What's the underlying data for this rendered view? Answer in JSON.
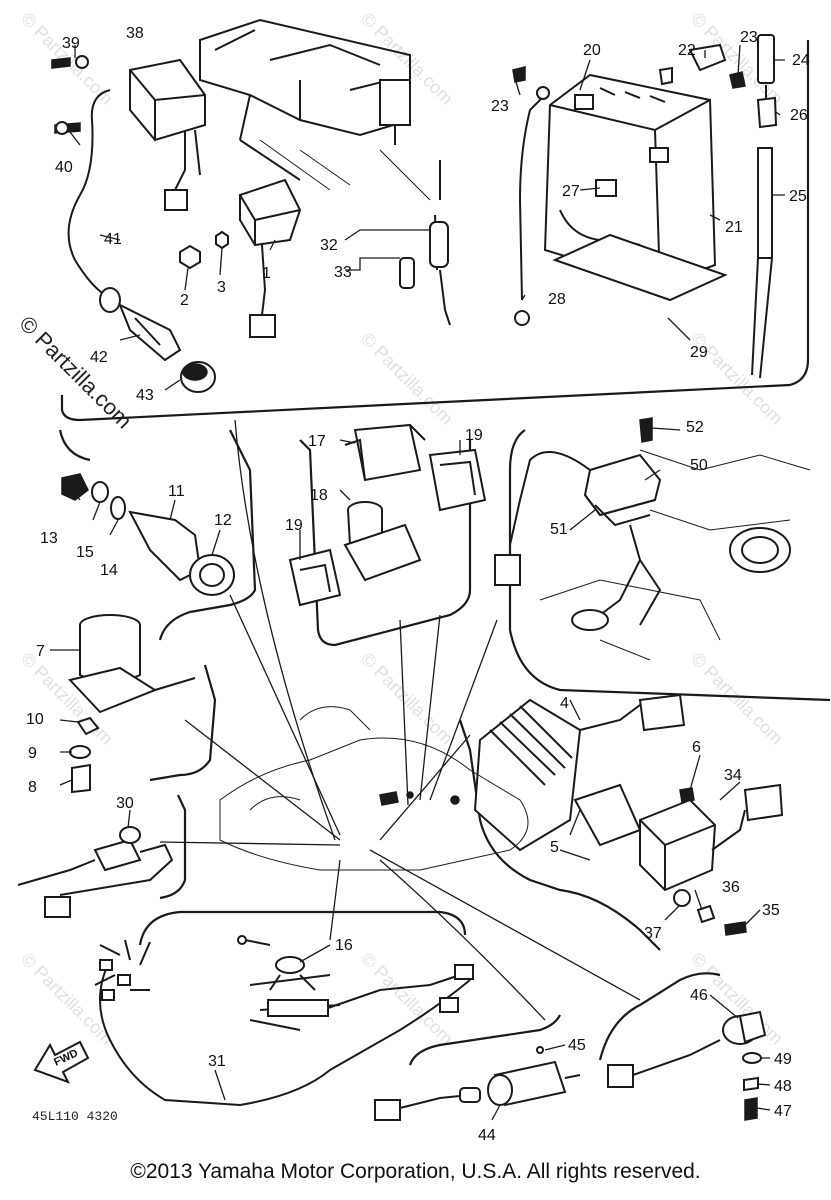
{
  "copyright": "©2013 Yamaha Motor Corporation, U.S.A. All rights reserved.",
  "watermark": "© Partzilla.com",
  "diagram_code": "45L110 4320",
  "fwd_label": "FWD",
  "callouts": {
    "n1": "1",
    "n2": "2",
    "n3": "3",
    "n4": "4",
    "n5": "5",
    "n6": "6",
    "n7": "7",
    "n8": "8",
    "n9": "9",
    "n10": "10",
    "n11": "11",
    "n12": "12",
    "n13": "13",
    "n14": "14",
    "n15": "15",
    "n16": "16",
    "n17": "17",
    "n18": "18",
    "n19a": "19",
    "n19b": "19",
    "n20": "20",
    "n21": "21",
    "n22": "22",
    "n23a": "23",
    "n23b": "23",
    "n24": "24",
    "n25": "25",
    "n26": "26",
    "n27": "27",
    "n28": "28",
    "n29": "29",
    "n30": "30",
    "n31": "31",
    "n32": "32",
    "n33": "33",
    "n34": "34",
    "n35": "35",
    "n36": "36",
    "n37": "37",
    "n38": "38",
    "n39": "39",
    "n40": "40",
    "n41": "41",
    "n42": "42",
    "n43": "43",
    "n44": "44",
    "n45": "45",
    "n46": "46",
    "n47": "47",
    "n48": "48",
    "n49": "49",
    "n50": "50",
    "n51": "51",
    "n52": "52"
  },
  "colors": {
    "line": "#1a1a1a",
    "background": "#ffffff",
    "watermark": "#c8c8c8"
  }
}
